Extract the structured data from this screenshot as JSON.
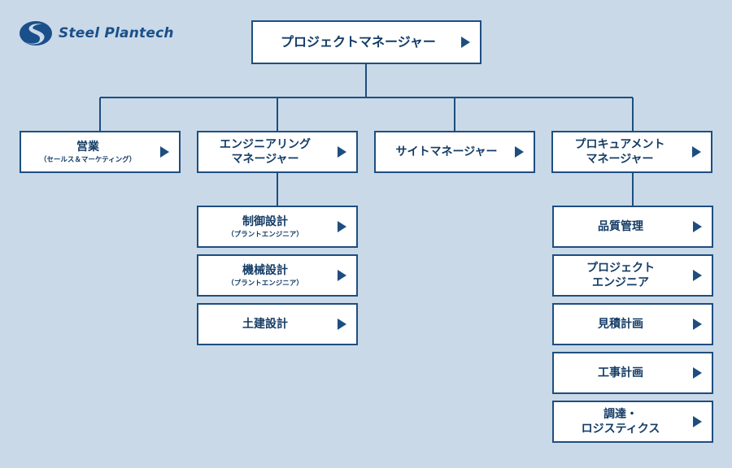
{
  "logo": {
    "text": "Steel Plantech"
  },
  "top": {
    "label": "プロジェクトマネージャー"
  },
  "level1": [
    {
      "label": "営業",
      "sub": "（セールス＆マーケティング）"
    },
    {
      "label": "エンジニアリング",
      "label2": "マネージャー"
    },
    {
      "label": "サイトマネージャー"
    },
    {
      "label": "プロキュアメント",
      "label2": "マネージャー"
    }
  ],
  "engineering_children": [
    {
      "label": "制御設計",
      "sub": "（プラントエンジニア）"
    },
    {
      "label": "機械設計",
      "sub": "（プラントエンジニア）"
    },
    {
      "label": "土建設計"
    }
  ],
  "procurement_children": [
    {
      "label": "品質管理"
    },
    {
      "label": "プロジェクト",
      "label2": "エンジニア"
    },
    {
      "label": "見積計画"
    },
    {
      "label": "工事計画"
    },
    {
      "label": "調達・",
      "label2": "ロジスティクス"
    }
  ],
  "colors": {
    "background": "#c9d9e8",
    "border": "#1e4e80",
    "text": "#143c66",
    "logo": "#1a4f8a"
  },
  "icons": {
    "box_arrow": "play-triangle-icon",
    "logo_mark": "s-swoosh-logo-icon"
  }
}
